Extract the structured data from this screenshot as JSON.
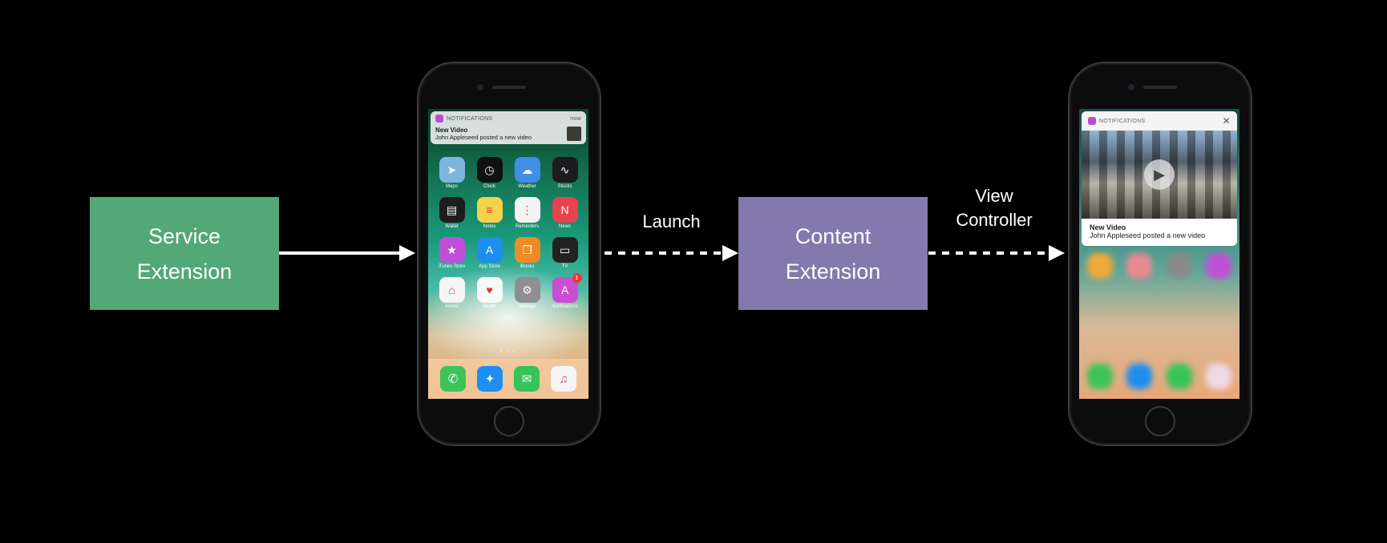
{
  "service_box": {
    "line1": "Service",
    "line2": "Extension",
    "color": "#53a877"
  },
  "content_box": {
    "line1": "Content",
    "line2": "Extension",
    "color": "#8379ad"
  },
  "launch_label": "Launch",
  "view_controller_label": {
    "line1": "View",
    "line2": "Controller"
  },
  "phone1": {
    "notification": {
      "app": "NOTIFICATIONS",
      "time": "now",
      "title": "New Video",
      "body": "John Appleseed posted a new video"
    },
    "apps": [
      {
        "name": "Maps",
        "icon": "maps-icon",
        "color": "#7fb3e0",
        "glyph": "➤"
      },
      {
        "name": "Clock",
        "icon": "clock-icon",
        "color": "#111111",
        "glyph": "◷"
      },
      {
        "name": "Weather",
        "icon": "weather-icon",
        "color": "#3f8ee8",
        "glyph": "☁"
      },
      {
        "name": "Stocks",
        "icon": "stocks-icon",
        "color": "#1c1c1e",
        "glyph": "∿"
      },
      {
        "name": "Wallet",
        "icon": "wallet-icon",
        "color": "#1d1d1d",
        "glyph": "▤"
      },
      {
        "name": "Notes",
        "icon": "notes-icon",
        "color": "#f4d34b",
        "glyph": "≡"
      },
      {
        "name": "Reminders",
        "icon": "reminders-icon",
        "color": "#f3f3f3",
        "glyph": "⋮"
      },
      {
        "name": "News",
        "icon": "news-icon",
        "color": "#e8424f",
        "glyph": "N"
      },
      {
        "name": "iTunes Store",
        "icon": "itunes-store-icon",
        "color": "#c04fd8",
        "glyph": "★"
      },
      {
        "name": "App Store",
        "icon": "app-store-icon",
        "color": "#1e8ef0",
        "glyph": "A"
      },
      {
        "name": "iBooks",
        "icon": "ibooks-icon",
        "color": "#f08a24",
        "glyph": "❐"
      },
      {
        "name": "TV",
        "icon": "tv-icon",
        "color": "#222222",
        "glyph": "▭"
      },
      {
        "name": "Home",
        "icon": "home-icon",
        "color": "#f5f5f5",
        "glyph": "⌂"
      },
      {
        "name": "Health",
        "icon": "health-icon",
        "color": "#f8f8f8",
        "glyph": "♥"
      },
      {
        "name": "Settings",
        "icon": "settings-icon",
        "color": "#8e8e93",
        "glyph": "⚙"
      },
      {
        "name": "Notifications",
        "icon": "notifications-app-icon",
        "color": "#c94ed0",
        "glyph": "A",
        "badge": "1"
      }
    ],
    "dock": [
      {
        "icon": "phone-icon",
        "color": "#3cc45a",
        "glyph": "✆"
      },
      {
        "icon": "safari-icon",
        "color": "#1e8ef0",
        "glyph": "✦"
      },
      {
        "icon": "messages-icon",
        "color": "#36c45a",
        "glyph": "✉"
      },
      {
        "icon": "music-icon",
        "color": "#f5f5f5",
        "glyph": "♫"
      }
    ]
  },
  "phone2": {
    "notification": {
      "app": "NOTIFICATIONS",
      "title": "New Video",
      "body": "John Appleseed posted a new video"
    }
  }
}
